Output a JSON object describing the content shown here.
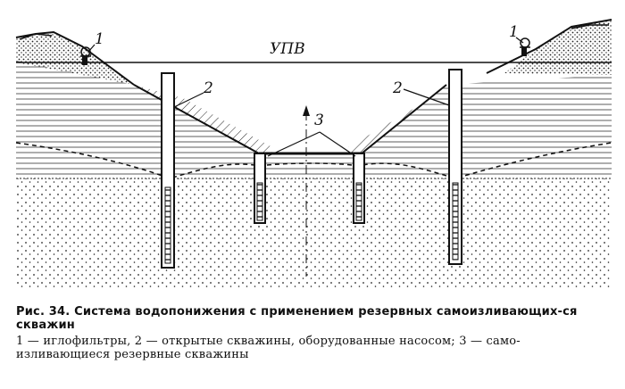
{
  "figure": {
    "water_level_label": "УПВ",
    "callouts": {
      "wellpoints": "1",
      "open_wells": "2",
      "reserve_wells": "3"
    }
  },
  "caption": {
    "title": "Рис. 34. Система водопонижения с применением резервных самоизливающих-ся скважин",
    "legend": "1 — иглофильтры, 2 — открытые скважины, оборудованные насосом; 3 — само-изливающиеся резервные скважины"
  }
}
